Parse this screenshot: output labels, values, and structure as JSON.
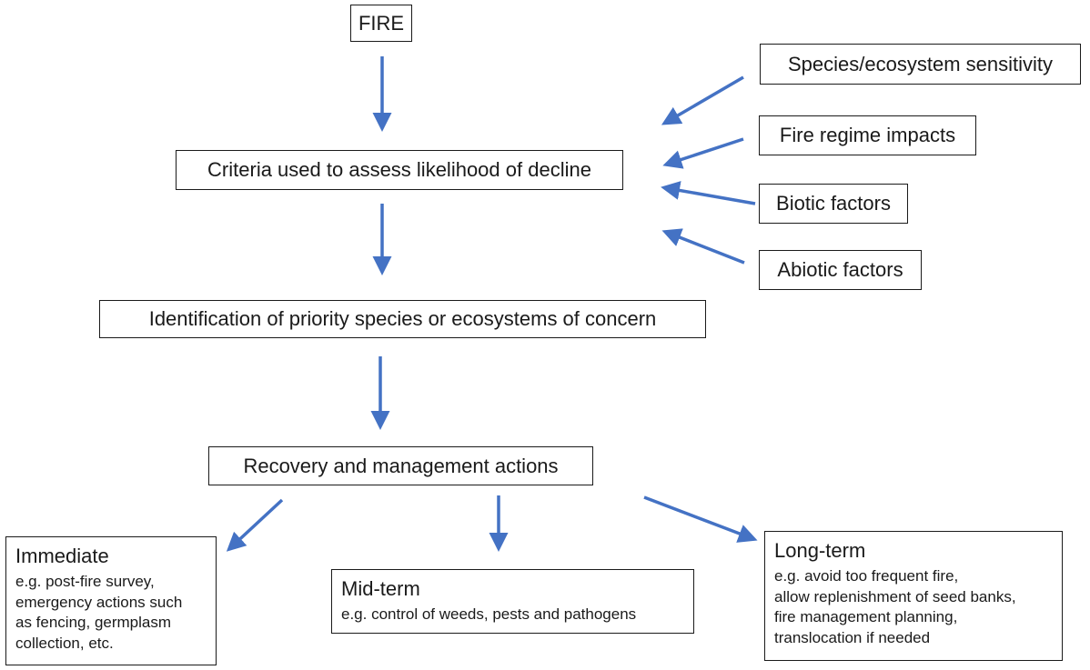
{
  "accent_color": "#4472c4",
  "boxes": {
    "fire": "FIRE",
    "criteria": "Criteria used to assess likelihood of decline",
    "identification": "Identification of priority species or ecosystems of concern",
    "recovery": "Recovery and management actions",
    "factors": {
      "species_sensitivity": "Species/ecosystem sensitivity",
      "fire_regime": "Fire regime impacts",
      "biotic": "Biotic factors",
      "abiotic": "Abiotic factors"
    },
    "immediate": {
      "title": "Immediate",
      "lines": [
        "e.g. post-fire survey,",
        "emergency actions such",
        "as fencing, germplasm",
        "collection, etc."
      ]
    },
    "midterm": {
      "title": "Mid-term",
      "lines": [
        "e.g. control of weeds, pests and pathogens"
      ]
    },
    "longterm": {
      "title": "Long-term",
      "lines": [
        "e.g. avoid too frequent fire,",
        "allow replenishment of seed banks,",
        "fire management planning,",
        "translocation if needed"
      ]
    }
  }
}
